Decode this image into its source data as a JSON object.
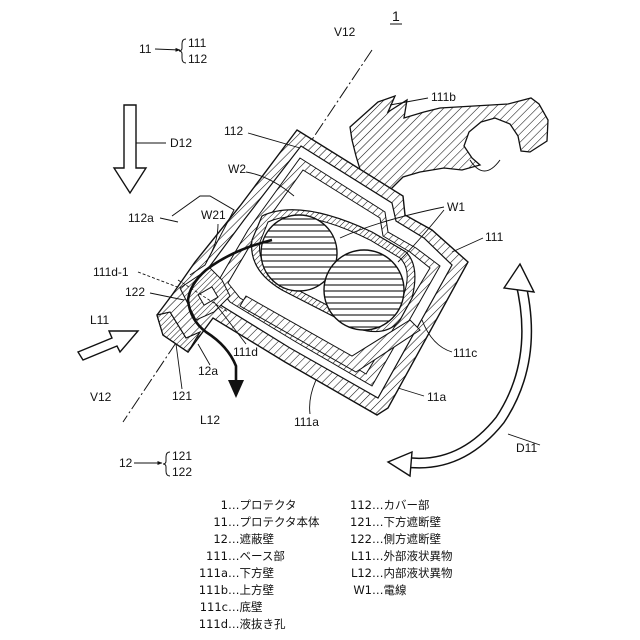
{
  "figure": {
    "number": "1",
    "callouts": {
      "group_11": "11",
      "group_11_member_a": "111",
      "group_11_member_b": "112",
      "group_12": "12",
      "group_12_member_a": "121",
      "group_12_member_b": "122",
      "v12_top": "V12",
      "v12_bottom": "V12",
      "d12": "D12",
      "d11": "D11",
      "cover": "112",
      "upper_wall": "111b",
      "wire_outer": "W2",
      "wire": "W1",
      "base": "111",
      "cover_a": "112a",
      "wire_inner": "W21",
      "drain_hole_part": "111d-1",
      "side_wall": "122",
      "external_liquid": "L11",
      "drain_hole": "111d",
      "wall_12a": "12a",
      "lower_wall_121": "121",
      "bottom_wall": "111c",
      "lower_wall": "111a",
      "body_a": "11a",
      "internal_liquid": "L12"
    }
  },
  "legend": {
    "left": [
      {
        "code": "1",
        "text": "…プロテクタ"
      },
      {
        "code": "11",
        "text": "…プロテクタ本体"
      },
      {
        "code": "12",
        "text": "…遮蔽壁"
      },
      {
        "code": "111",
        "text": "…ベース部"
      },
      {
        "code": "111a",
        "text": "…下方壁"
      },
      {
        "code": "111b",
        "text": "…上方壁"
      },
      {
        "code": "111c",
        "text": "…底壁"
      },
      {
        "code": "111d",
        "text": "…液抜き孔"
      }
    ],
    "right": [
      {
        "code": "112",
        "text": "…カバー部"
      },
      {
        "code": "121",
        "text": "…下方遮断壁"
      },
      {
        "code": "122",
        "text": "…側方遮断壁"
      },
      {
        "code": "L11",
        "text": "…外部液状異物"
      },
      {
        "code": "L12",
        "text": "…内部液状異物"
      },
      {
        "code": "W1",
        "text": "…電線"
      }
    ]
  }
}
